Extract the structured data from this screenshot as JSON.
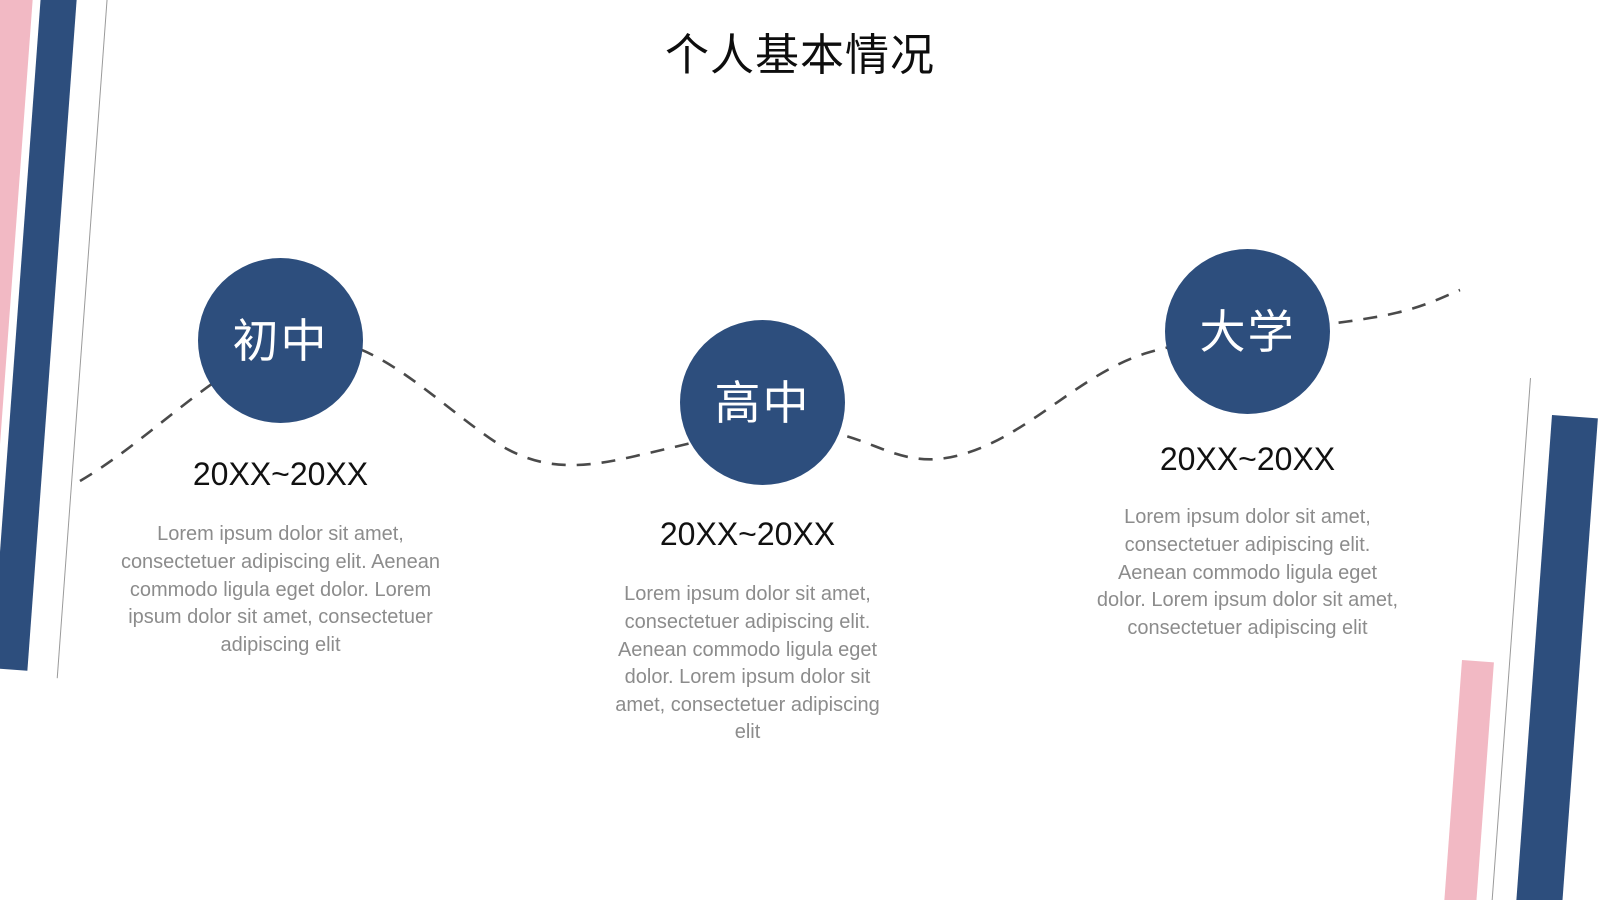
{
  "slide": {
    "title": "个人基本情况",
    "background": "#ffffff"
  },
  "theme": {
    "accent_blue": "#2D4E7D",
    "accent_pink": "#F2B9C4",
    "hairline_gray": "#9a9a9a",
    "body_text_gray": "#8c8c8c",
    "heading_black": "#111111"
  },
  "timeline": {
    "connector": "dashed-curve",
    "nodes": [
      {
        "id": "node-1",
        "label": "初中",
        "date": "20XX~20XX",
        "body": "Lorem ipsum dolor sit amet, consectetuer adipiscing elit. Aenean commodo ligula eget dolor. Lorem ipsum dolor sit amet, consectetuer adipiscing elit"
      },
      {
        "id": "node-2",
        "label": "高中",
        "date": "20XX~20XX",
        "body": "Lorem ipsum dolor sit amet, consectetuer adipiscing elit. Aenean commodo ligula eget dolor. Lorem ipsum dolor sit amet, consectetuer adipiscing elit"
      },
      {
        "id": "node-3",
        "label": "大学",
        "date": "20XX~20XX",
        "body": "Lorem ipsum dolor sit amet, consectetuer adipiscing elit. Aenean commodo ligula eget dolor. Lorem ipsum dolor sit amet, consectetuer adipiscing elit"
      }
    ]
  },
  "decorations": {
    "left_pink_stripe": "#F2B9C4",
    "left_blue_stripe": "#2D4E7D",
    "left_hairline": "#9a9a9a",
    "right_blue_stripe": "#2D4E7D",
    "right_hairline": "#9a9a9a",
    "right_pink_stripe": "#F2B9C4"
  }
}
